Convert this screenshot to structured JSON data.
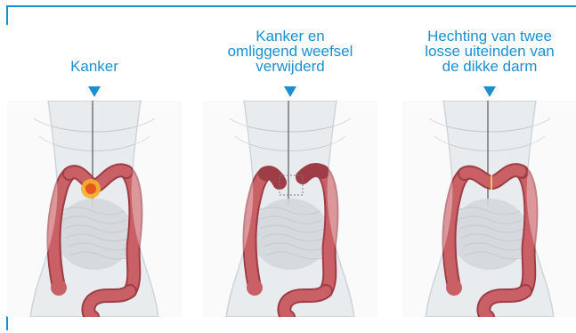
{
  "colors": {
    "accent": "#1a8fd1",
    "body_fill": "#e9ecef",
    "body_shade": "#c8cdd2",
    "colon": "#c96066",
    "colon_dark": "#9e3d45",
    "intestine": "#d4d7da",
    "tumor": "#f5b028"
  },
  "panels": [
    {
      "caption": "Kanker",
      "stage": "tumor",
      "icon": "down-triangle-icon"
    },
    {
      "caption": "Kanker en\nomliggend weefsel\nverwijderd",
      "stage": "resected",
      "icon": "down-triangle-icon"
    },
    {
      "caption": "Hechting van twee\nlosse uiteinden van\nde dikke darm",
      "stage": "joined",
      "icon": "down-triangle-icon"
    }
  ]
}
